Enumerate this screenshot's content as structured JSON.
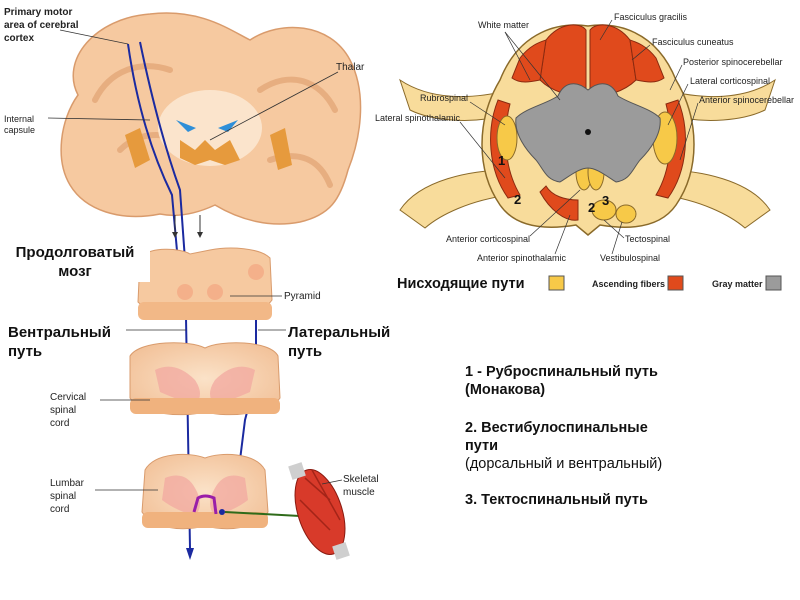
{
  "left": {
    "primary_motor_l1": "Primary motor",
    "primary_motor_l2": "area of cerebral",
    "primary_motor_l3": "cortex",
    "thalamus": "Thalar",
    "internal_capsule_l1": "Internal",
    "internal_capsule_l2": "capsule",
    "medulla_l1": "Продолговатый",
    "medulla_l2": "мозг",
    "pyramid": "Pyramid",
    "ventral_l1": "Вентральный",
    "ventral_l2": "путь",
    "lateral_l1": "Латеральный",
    "lateral_l2": "путь",
    "cervical_l1": "Cervical",
    "cervical_l2": "spinal",
    "cervical_l3": "cord",
    "lumbar_l1": "Lumbar",
    "lumbar_l2": "spinal",
    "lumbar_l3": "cord",
    "muscle_l1": "Skeletal",
    "muscle_l2": "muscle"
  },
  "right": {
    "white_matter": "White matter",
    "fasciculus_gracilis": "Fasciculus gracilis",
    "fasciculus_cuneatus": "Fasciculus cuneatus",
    "posterior_spinocerebellar": "Posterior spinocerebellar",
    "lateral_corticospinal": "Lateral corticospinal",
    "anterior_spinocerebellar": "Anterior spinocerebellar",
    "rubrospinal": "Rubrospinal",
    "lateral_spinothalamic": "Lateral spinothalamic",
    "anterior_corticospinal": "Anterior corticospinal",
    "anterior_spinothalamic": "Anterior spinothalamic",
    "vestibulospinal": "Vestibulospinal",
    "tectospinal": "Tectospinal",
    "marker_1": "1",
    "marker_2a": "2",
    "marker_2b": "2",
    "marker_3": "3"
  },
  "legend": {
    "descending": "Нисходящие пути",
    "ascending": "Ascending fibers",
    "gray": "Gray matter",
    "colors": {
      "descending": "#f7c948",
      "ascending": "#e04a1c",
      "gray": "#9b9b9b"
    }
  },
  "notes": {
    "n1_l1": "1 - Руброспинальный путь",
    "n1_l2": "(Монакова)",
    "n2_l1": "2. Вестибулоспинальные",
    "n2_l2": "пути",
    "n2_l3": "(дорсальный и вентральный)",
    "n3": "3. Тектоспинальный путь"
  }
}
